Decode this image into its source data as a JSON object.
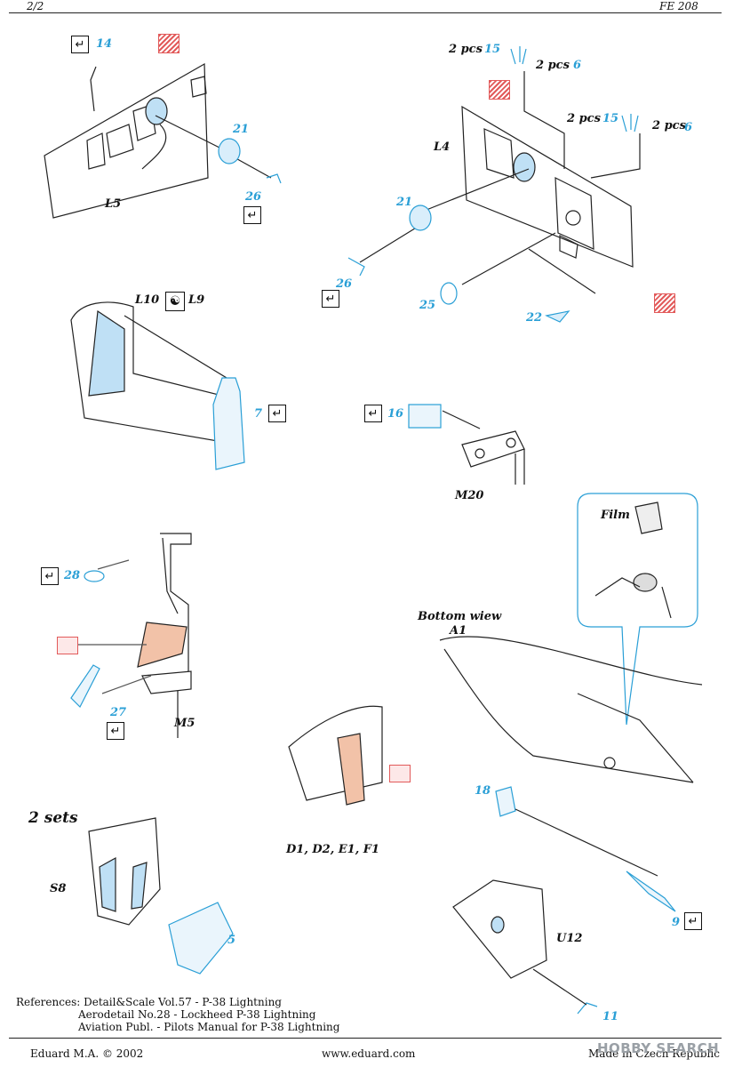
{
  "header": {
    "page": "2/2",
    "code": "FE 208"
  },
  "labels": {
    "L5": "L5",
    "L4": "L4",
    "L10": "L10",
    "L9": "L9",
    "M20": "M20",
    "M5": "M5",
    "A1": "A1",
    "bottom_view": "Bottom wiew",
    "film": "Film",
    "two_sets": "2 sets",
    "S8": "S8",
    "D1": "D1, D2, E1, F1",
    "U12": "U12",
    "pcs_15a": "2 pcs",
    "pcs_6a": "2 pcs",
    "pcs_15b": "2 pcs",
    "pcs_6b": "2 pcs"
  },
  "parts": {
    "p14": "14",
    "p21a": "21",
    "p26a": "26",
    "p15a": "15",
    "p6a": "6",
    "p15b": "15",
    "p6b": "6",
    "p21b": "21",
    "p26b": "26",
    "p25": "25",
    "p22": "22",
    "p7": "7",
    "p16": "16",
    "p28": "28",
    "p27": "27",
    "p18": "18",
    "p9": "9",
    "p5": "5",
    "p11": "11"
  },
  "references": {
    "prefix": "References:",
    "lines": [
      "Detail&Scale Vol.57 - P-38 Lightning",
      "Aerodetail No.28 - Lockheed P-38 Lightning",
      "Aviation Publ. - Pilots Manual for P-38 Lightning"
    ]
  },
  "footer": {
    "company": "Eduard M.A. © 2002",
    "web": "www.eduard.com",
    "origin": "Made in Czech Republic",
    "watermark": "HOBBY SEARCH"
  },
  "icons": {
    "bend": "bend-arrow-icon",
    "color_swatch": "color-swatch-icon",
    "mirror": "yin-yang-icon"
  },
  "colors": {
    "part_blue": "#2a9fd6",
    "fill_blue": "#bfe0f5",
    "flesh": "#f2c2a8",
    "red_hatch": "#e25a5a"
  }
}
